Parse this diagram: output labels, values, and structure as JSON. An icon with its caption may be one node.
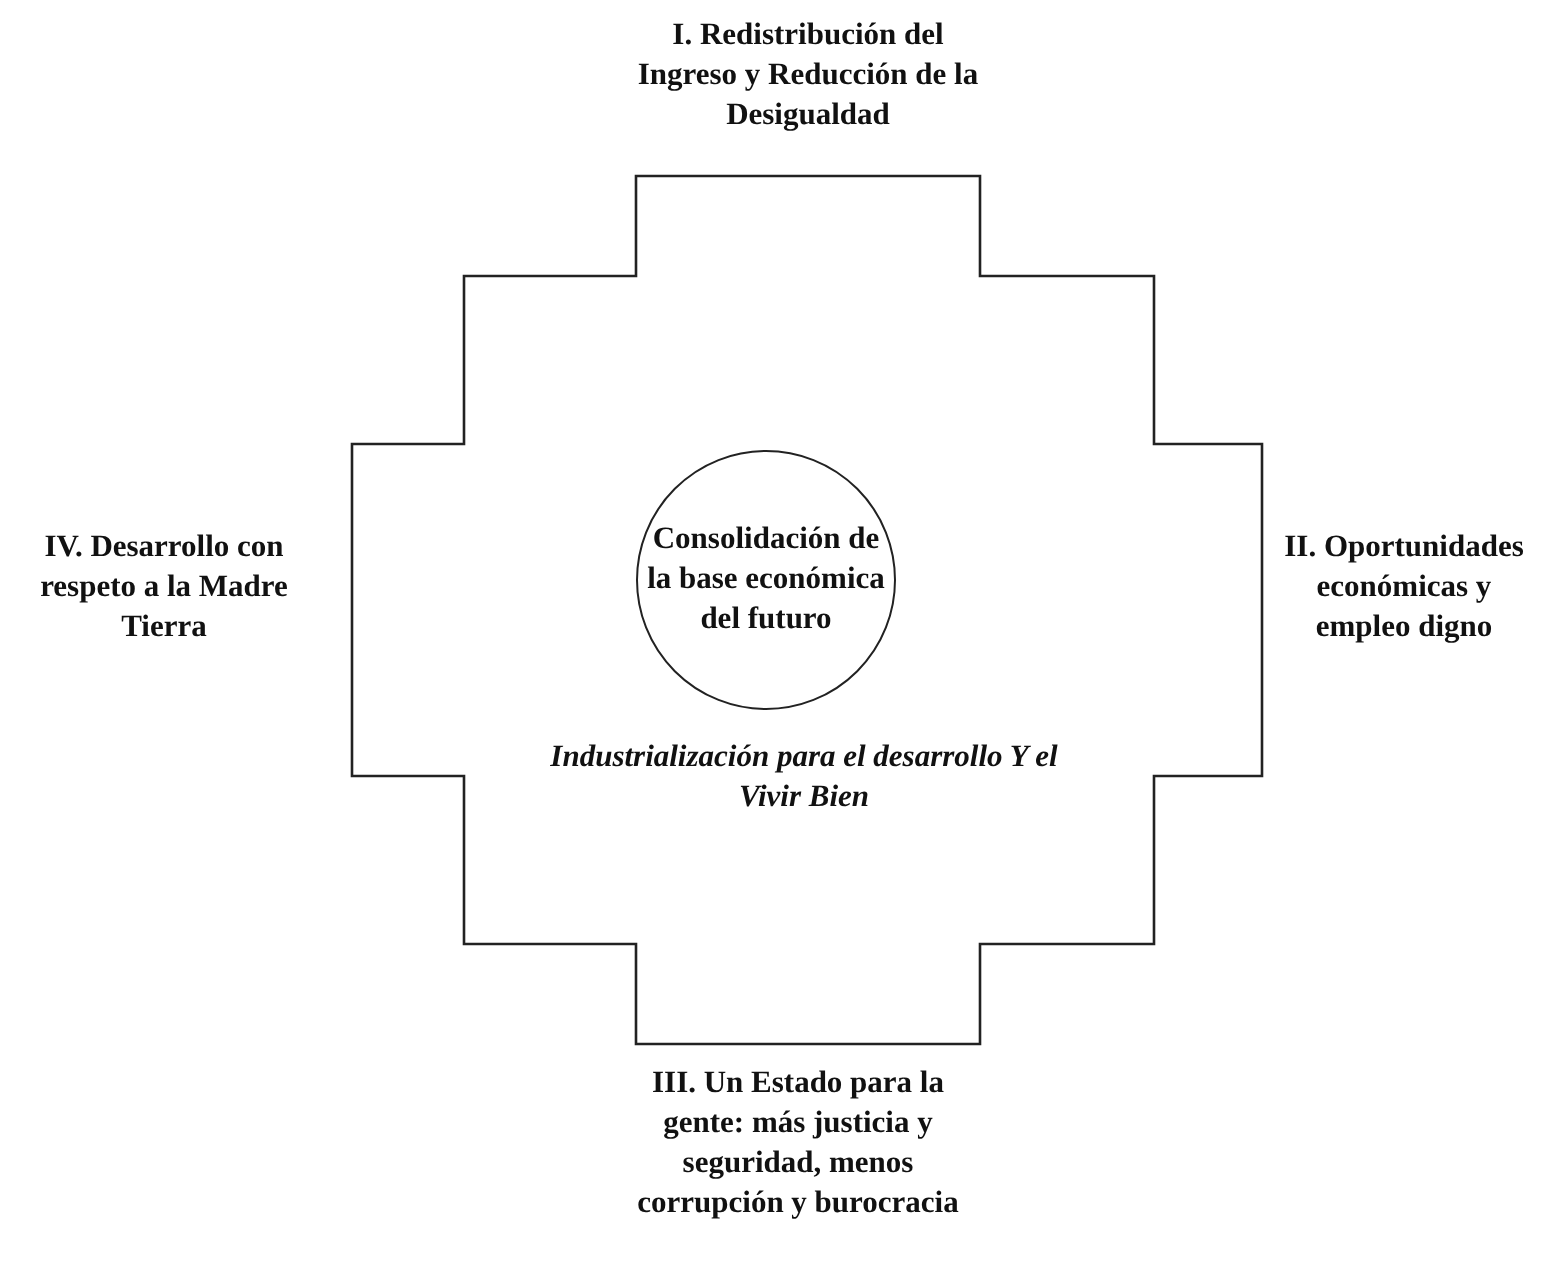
{
  "diagram": {
    "nodes": [
      {
        "text": [
          "Industrialización para el desarrollo Y el Vivir Bien"
        ]
      },
      {
        "text": [
          "Consolidación de la base económica del futuro"
        ],
        "in": 0
      }
    ],
    "labels": [
      "I. Redistribución del Ingreso y Reducción de la Desigualdad",
      "IV. Desarrollo con respeto a la Madre Tierra",
      "II. Oportunidades económicas y empleo digno",
      "III. Un Estado para la gente: más justicia y seguridad, menos corrupción y burocracia"
    ]
  }
}
